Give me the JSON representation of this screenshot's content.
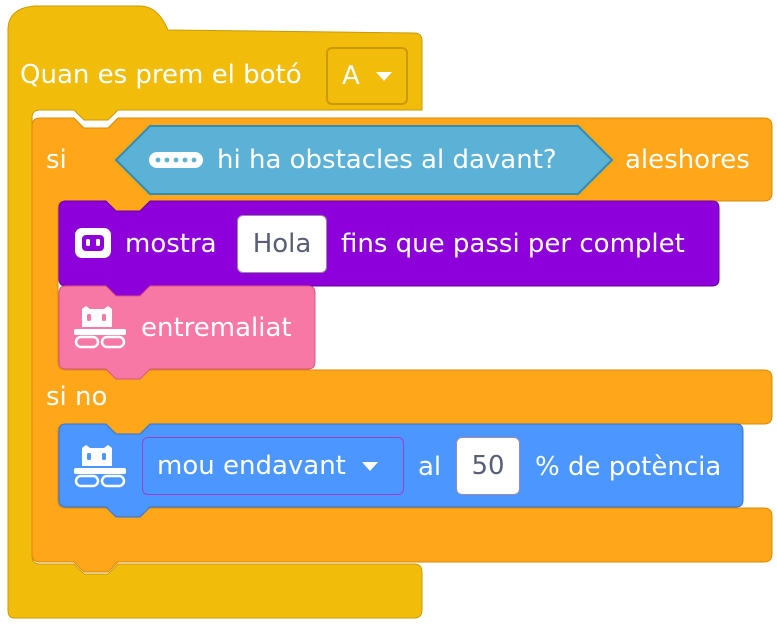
{
  "event_block": {
    "label": "Quan es prem el botó",
    "button_selected": "A",
    "color": "#f2bc0b"
  },
  "if_block": {
    "if_label": "si",
    "then_label": "aleshores",
    "else_label": "si no",
    "color": "#ffa619"
  },
  "condition": {
    "icon": "distance-sensor-icon",
    "label": "hi ha obstacles al davant?",
    "color": "#5cb1d6"
  },
  "show_block": {
    "icon": "robot-face-icon",
    "label": "mostra",
    "text_value": "Hola",
    "suffix": "fins que passi per complet",
    "color": "#8e00d9"
  },
  "mischief_block": {
    "icon": "robot-tank-icon",
    "label": "entremaliat",
    "color": "#f878a5"
  },
  "move_block": {
    "icon": "robot-tank-icon",
    "direction_selected": "mou endavant",
    "at_label": "al",
    "power_value": "50",
    "suffix": "% de potència",
    "color": "#4c97ff"
  }
}
